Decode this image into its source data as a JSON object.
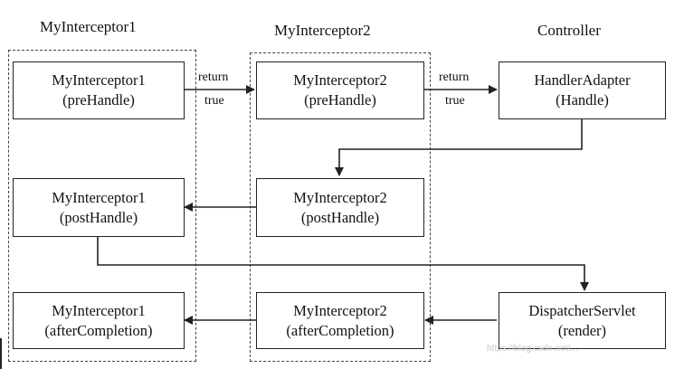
{
  "columns": {
    "left_title": "MyInterceptor1",
    "middle_title": "MyInterceptor2",
    "right_title": "Controller"
  },
  "boxes": {
    "i1_pre": {
      "line1": "MyInterceptor1",
      "line2": "(preHandle)"
    },
    "i2_pre": {
      "line1": "MyInterceptor2",
      "line2": "(preHandle)"
    },
    "handler": {
      "line1": "HandlerAdapter",
      "line2": "(Handle)"
    },
    "i1_post": {
      "line1": "MyInterceptor1",
      "line2": "(postHandle)"
    },
    "i2_post": {
      "line1": "MyInterceptor2",
      "line2": "(postHandle)"
    },
    "i1_after": {
      "line1": "MyInterceptor1",
      "line2": "(afterCompletion)"
    },
    "i2_after": {
      "line1": "MyInterceptor2",
      "line2": "(afterCompletion)"
    },
    "dispatcher": {
      "line1": "DispatcherServlet",
      "line2": "(render)"
    }
  },
  "edges": {
    "e1": {
      "line1": "return",
      "line2": "true"
    },
    "e2": {
      "line1": "return",
      "line2": "true"
    }
  },
  "watermark": "https://blog.csdn.net/..."
}
